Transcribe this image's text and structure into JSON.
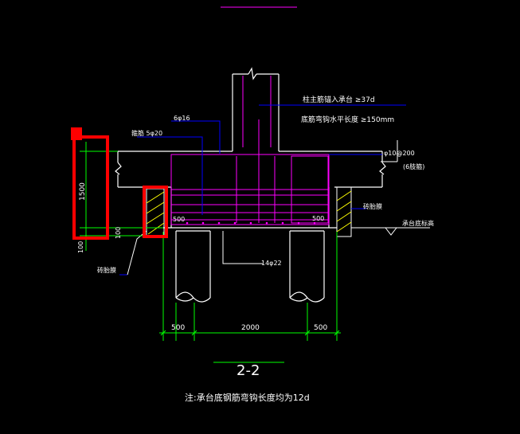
{
  "annotations": {
    "column_anchor": "柱主筋锚入承台 ≥37d",
    "bottom_bend": "底筋弯钩水平长度 ≥150mm",
    "stirrup": "箍筋 5φ20",
    "bar_6": "6φ16",
    "right_bar": "φ10@200",
    "right_bar_sub": "(6肢箍)",
    "brick_right": "砖胎膜",
    "cap_bottom_elev": "承台底标高",
    "brick_left": "砖胎膜",
    "bottom_bars": "14φ22",
    "dim_500_inner_left": "500",
    "dim_500_inner_right": "500",
    "dim_height_1500": "1500",
    "dim_100_a": "100",
    "dim_100_b": "100",
    "dim_bottom_left": "500",
    "dim_bottom_mid": "2000",
    "dim_bottom_right": "500",
    "section_title": "2-2",
    "note": "注:承台底钢筋弯钩长度均为12d"
  },
  "colors": {
    "background": "#000000",
    "concrete": "#ffffff",
    "rebar": "#ff00ff",
    "dimension": "#00ff00",
    "leader": "#0000ff",
    "highlight": "#ff0000",
    "brick": "#ffff00"
  }
}
